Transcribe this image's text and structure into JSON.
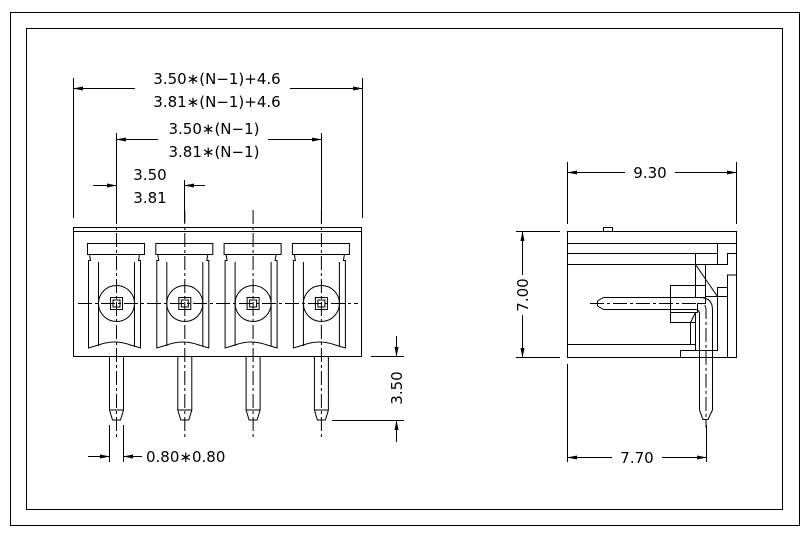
{
  "front_view": {
    "overall_dim": [
      "3.50∗(N−1)+4.6",
      "3.81∗(N−1)+4.6"
    ],
    "span_dim": [
      "3.50∗(N−1)",
      "3.81∗(N−1)"
    ],
    "pitch_dim": [
      "3.50",
      "3.81"
    ],
    "pin_length_dim": "3.50",
    "pin_section_dim": "0.80∗0.80",
    "pin_count": 4
  },
  "side_view": {
    "depth_dim": "9.30",
    "height_dim": "7.00",
    "pin_offset_dim": "7.70"
  }
}
